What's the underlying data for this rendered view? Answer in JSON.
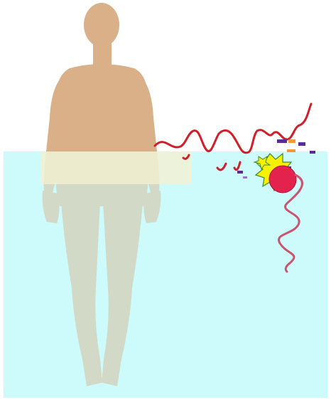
{
  "diagram": {
    "elements": [
      {
        "name": "human-figure",
        "color": "#d9b088"
      },
      {
        "name": "water-region",
        "color": "#cdfbfb"
      },
      {
        "name": "water-surface-band",
        "color": "#f5f0cf"
      },
      {
        "name": "sine-wave-surface",
        "color": "#d11f2a"
      },
      {
        "name": "collision-starburst",
        "color": "#f7f000"
      },
      {
        "name": "red-particle",
        "color": "#e4224e"
      },
      {
        "name": "wave-tail",
        "color": "#c9566e"
      },
      {
        "name": "striped-fragments",
        "color": "#5b2d91"
      }
    ]
  }
}
